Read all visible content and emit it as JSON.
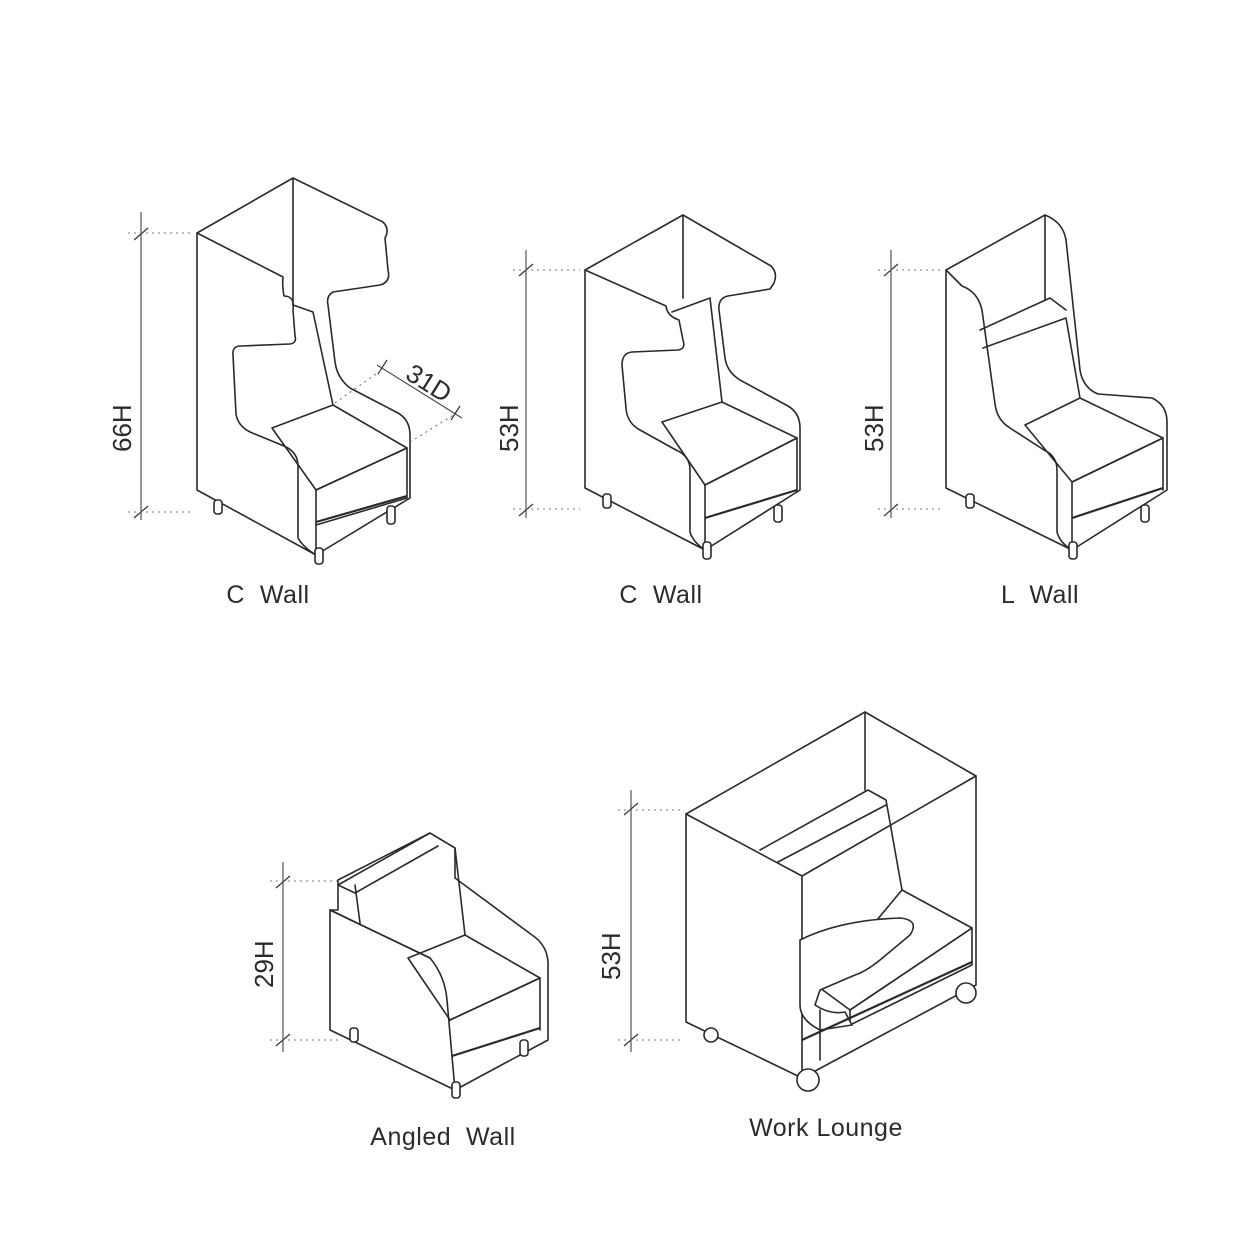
{
  "items": [
    {
      "label": "C  Wall",
      "height": "66H",
      "depth": "31D"
    },
    {
      "label": "C  Wall",
      "height": "53H"
    },
    {
      "label": "L  Wall",
      "height": "53H"
    },
    {
      "label": "Angled  Wall",
      "height": "29H"
    },
    {
      "label": "Work Lounge",
      "height": "53H"
    }
  ]
}
